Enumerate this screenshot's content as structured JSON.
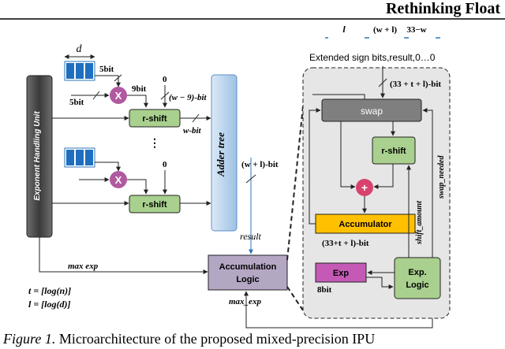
{
  "header": {
    "title": "Rethinking Float"
  },
  "caption": {
    "figure_label": "Figure 1.",
    "text": " Microarchitecture of the proposed mixed-precision IPU"
  },
  "left": {
    "d_label": "d",
    "bit5_top": "5bit",
    "bit5_left": "5bit",
    "bit9": "9bit",
    "zero_top": "0",
    "zero_bottom": "0",
    "w9_label": "(w − 9)-bit",
    "w_bit": "w-bit",
    "dots": "⋮",
    "wl_bit": "(w + l)-bit",
    "result": "result",
    "max_exp": "max exp",
    "max_exp_bottom": "max_exp",
    "formula_t": "t = [log(n)]",
    "formula_l": "l = [log(d)]"
  },
  "blocks": {
    "exponent_unit": "Exponent Handling Unit",
    "adder_tree": "Adder tree",
    "rshift_top": "r-shift",
    "rshift_bottom": "r-shift",
    "mult_symbol": "X",
    "accumulation_line1": "Accumulation",
    "accumulation_line2": "Logic"
  },
  "right": {
    "top_l": "l",
    "top_wl": "(w + l)",
    "top_33w": "33−w",
    "ext_sign": "Extended sign bits,result,0…0",
    "bit33tl": "(33 + t + l)-bit",
    "swap": "swap",
    "rshift": "r-shift",
    "plus": "+",
    "accumulator": "Accumulator",
    "acc_bits": "(33+t + l)-bit",
    "exp": "Exp",
    "exp_bits": "8bit",
    "exp_logic_line1": "Exp.",
    "exp_logic_line2": "Logic",
    "shift_amount": "shift_amount",
    "swap_needed": "swap_needed"
  },
  "colors": {
    "blue_block": "#1f6fc0",
    "green_block": "#a9d08e",
    "purple_mult": "#b05aa0",
    "adder_blue": "#bdd7ee",
    "gray_panel": "#e6e6e6",
    "swap_gray": "#7f7f7f",
    "accumulator_orange": "#ffc000",
    "exp_magenta": "#c55ab6",
    "accum_logic_purple": "#b4a7c4",
    "plus_pink": "#d8436e",
    "exp_unit_dark": "#4a4a4a"
  }
}
